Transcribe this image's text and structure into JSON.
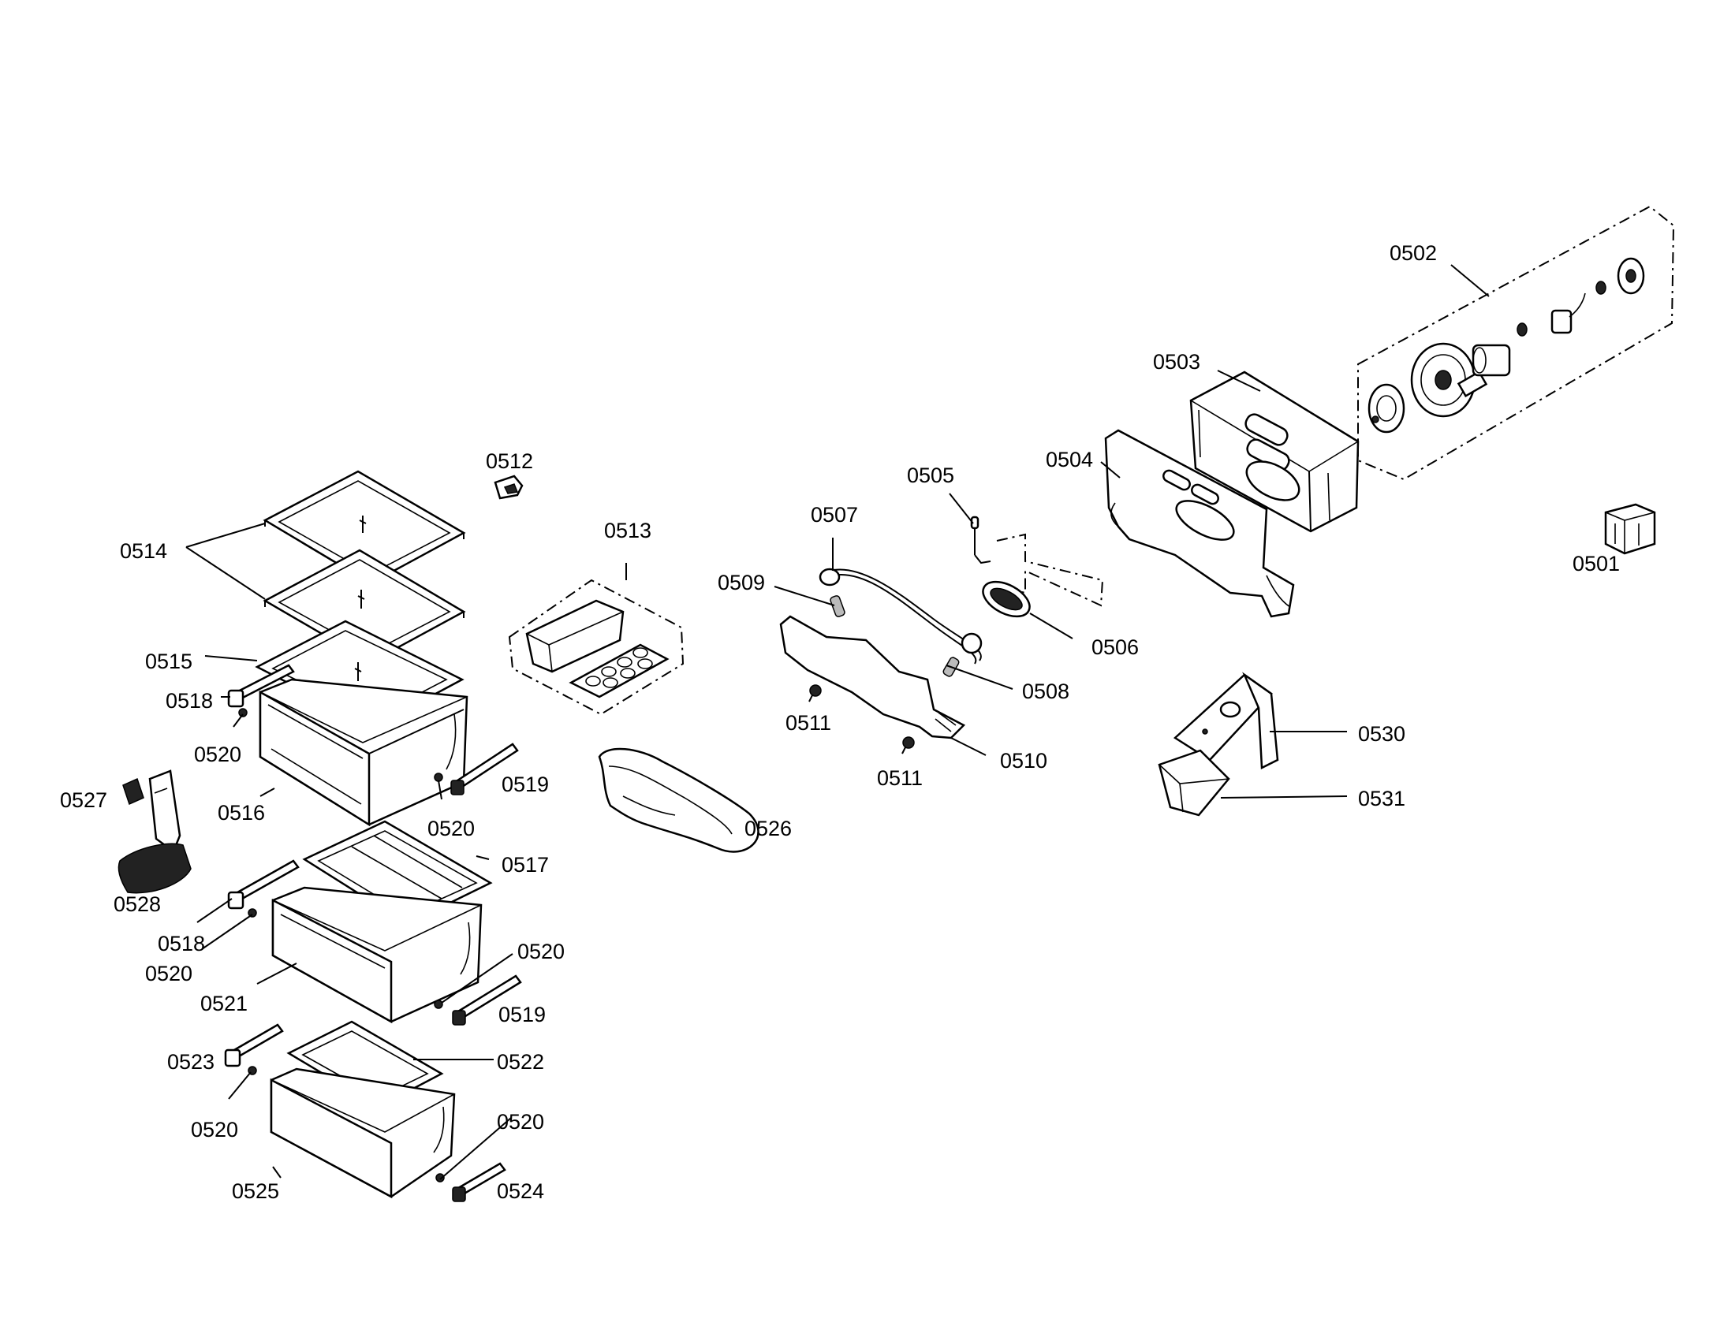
{
  "diagram": {
    "labels": {
      "p0501": "0501",
      "p0502": "0502",
      "p0503": "0503",
      "p0504": "0504",
      "p0505": "0505",
      "p0506": "0506",
      "p0507": "0507",
      "p0508": "0508",
      "p0509": "0509",
      "p0510": "0510",
      "p0511a": "0511",
      "p0511b": "0511",
      "p0512": "0512",
      "p0513": "0513",
      "p0514": "0514",
      "p0515": "0515",
      "p0516": "0516",
      "p0517": "0517",
      "p0518a": "0518",
      "p0518b": "0518",
      "p0519a": "0519",
      "p0519b": "0519",
      "p0520a": "0520",
      "p0520b": "0520",
      "p0520c": "0520",
      "p0520d": "0520",
      "p0520e": "0520",
      "p0520f": "0520",
      "p0520g": "0520",
      "p0521": "0521",
      "p0522": "0522",
      "p0523": "0523",
      "p0524": "0524",
      "p0525": "0525",
      "p0526": "0526",
      "p0527": "0527",
      "p0528": "0528",
      "p0530": "0530",
      "p0531": "0531"
    }
  }
}
